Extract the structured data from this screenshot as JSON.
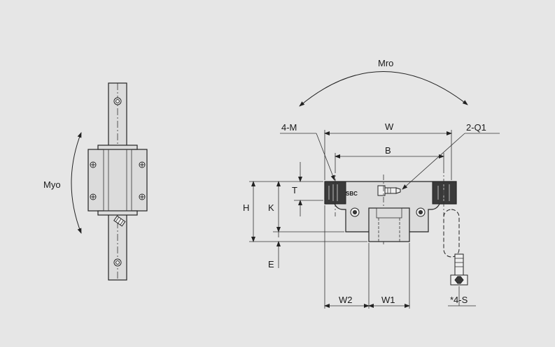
{
  "labels": {
    "myo": "Myo",
    "mro": "Mro",
    "four_m": "4-M",
    "w": "W",
    "two_q1": "2-Q1",
    "b": "B",
    "t": "T",
    "h": "H",
    "k": "K",
    "e": "E",
    "w2": "W2",
    "w1": "W1",
    "four_s": "*4-S",
    "brand": "SBC"
  }
}
